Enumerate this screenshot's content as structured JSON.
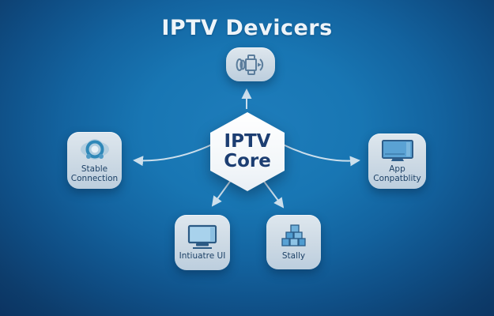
{
  "title": "IPTV Devicers",
  "core": {
    "label": "IPTV Core"
  },
  "nodes": [
    {
      "id": "devices-top",
      "label": "",
      "icon": "projector-sound-icon"
    },
    {
      "id": "stable-connection",
      "label": "Stable Connection",
      "icon": "network-ring-icon"
    },
    {
      "id": "app-compatibility",
      "label": "App Conpatblity",
      "icon": "tv-screen-icon"
    },
    {
      "id": "intuitive-ui",
      "label": "Intiuatre UI",
      "icon": "monitor-icon"
    },
    {
      "id": "stability",
      "label": "Stally",
      "icon": "stacked-cubes-icon"
    }
  ],
  "edges": [
    {
      "from": "iptv-core",
      "to": "devices-top"
    },
    {
      "from": "iptv-core",
      "to": "stable-connection"
    },
    {
      "from": "iptv-core",
      "to": "app-compatibility"
    },
    {
      "from": "iptv-core",
      "to": "intuitive-ui"
    },
    {
      "from": "iptv-core",
      "to": "stability"
    }
  ],
  "colors": {
    "background_center": "#1878b6",
    "background_edge": "#0d3a66",
    "node_fill": "#ccd9e4",
    "hexagon_fill": "#ffffff",
    "text_dark": "#1d4166",
    "title_text": "#eef4f9",
    "arrow": "#d6e5f0",
    "icon_blue": "#57a0d2"
  }
}
